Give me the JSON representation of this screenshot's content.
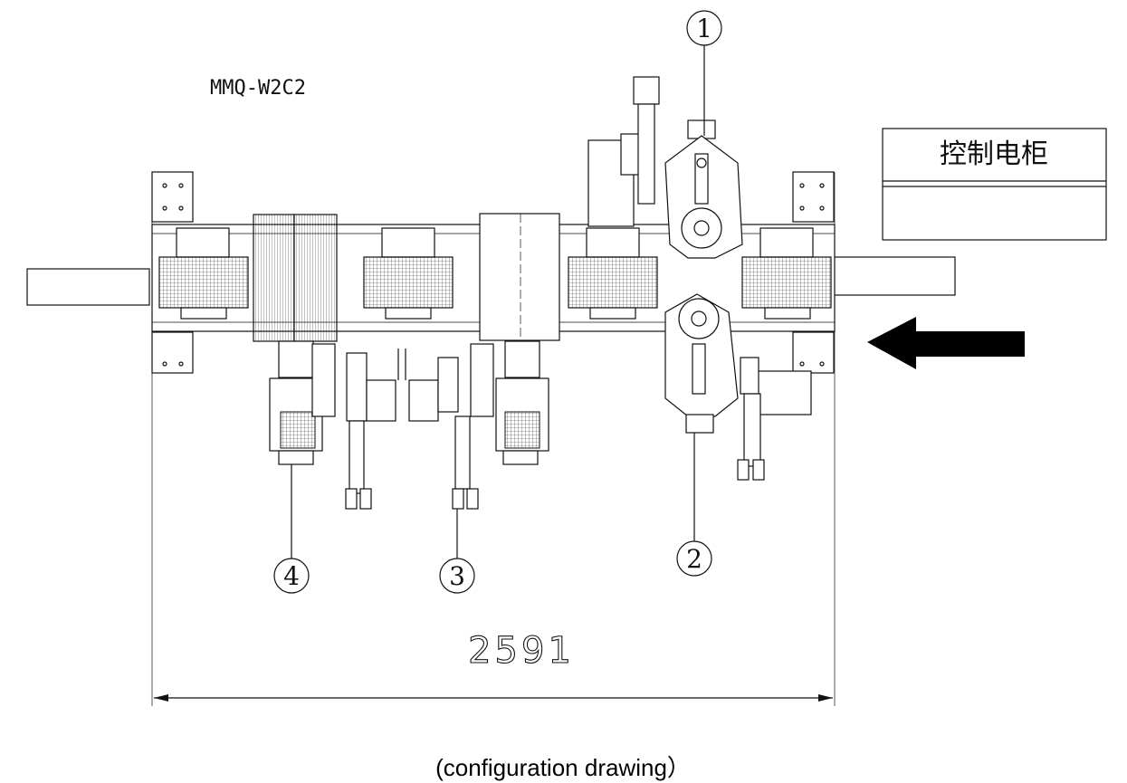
{
  "model_label": "MMQ-W2C2",
  "cabinet_label": "控制电柜",
  "dimension_value": "2591",
  "caption": "(configuration drawing）",
  "callouts": [
    {
      "number": "1"
    },
    {
      "number": "2"
    },
    {
      "number": "3"
    },
    {
      "number": "4"
    }
  ],
  "feed_direction_arrow": "left-arrow"
}
